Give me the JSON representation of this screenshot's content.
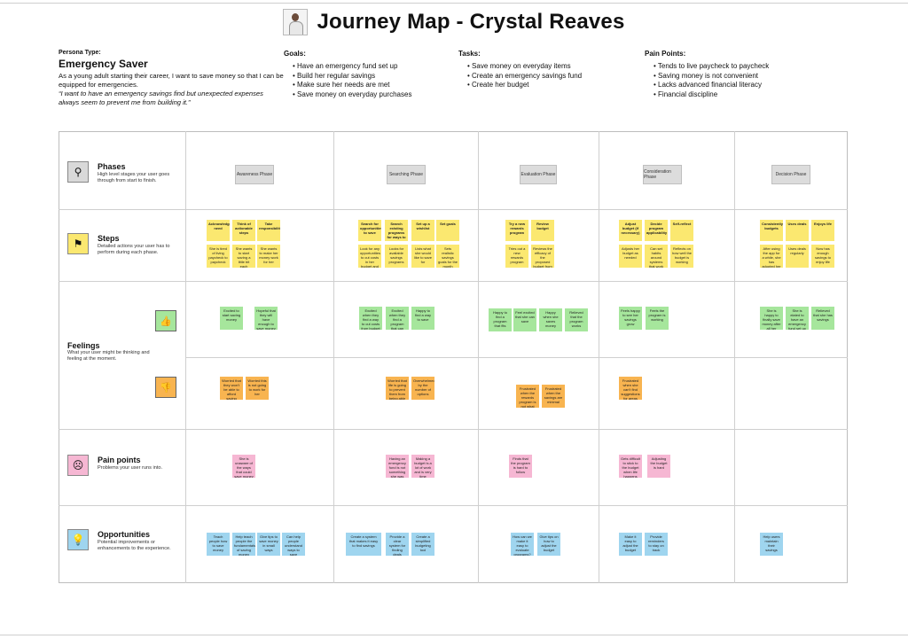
{
  "header": {
    "title": "Journey Map - Crystal Reaves"
  },
  "persona": {
    "type_label": "Persona Type:",
    "name": "Emergency Saver",
    "description": "As a young adult starting their career, I want to save money so that I can be equipped for emergencies.",
    "quote": "“I want to have an emergency savings find but unexpected expenses always seem to prevent me from building it.”"
  },
  "goals": {
    "label": "Goals:",
    "items": [
      "Have an emergency fund set up",
      "Build her regular savings",
      "Make sure her needs are met",
      "Save money on everyday purchases"
    ]
  },
  "tasks": {
    "label": "Tasks:",
    "items": [
      "Save money on everyday items",
      "Create an emergency savings fund",
      "Create her budget"
    ]
  },
  "pain_points_summary": {
    "label": "Pain Points:",
    "items": [
      "Tends to live paycheck to paycheck",
      "Saving money is not convenient",
      "Lacks advanced financial literacy",
      "Financial discipline"
    ]
  },
  "rows": {
    "phases": {
      "title": "Phases",
      "desc": "High level stages your user goes through from start to finish.",
      "icon": "map-icon"
    },
    "steps": {
      "title": "Steps",
      "desc": "Detailed actions your user has to perform during each phase.",
      "icon": "steps-icon"
    },
    "feelings": {
      "title": "Feelings",
      "desc": "What your user might be thinking and feeling at the moment.",
      "icon_pos": "thumbs-up-icon",
      "icon_neg": "thumbs-down-icon"
    },
    "pain": {
      "title": "Pain points",
      "desc": "Problems your user runs into.",
      "icon": "frown-face-icon"
    },
    "opps": {
      "title": "Opportunities",
      "desc": "Potential improvements or enhancements to the experience.",
      "icon": "lightbulb-icon"
    }
  },
  "phases": [
    "Awareness Phase",
    "Searching Phase",
    "Evaluation Phase",
    "Consideration Phase",
    "Decision Phase"
  ],
  "steps": {
    "awareness": [
      {
        "title": "Acknowledge need",
        "note": "She is tired of living paycheck to paycheck"
      },
      {
        "title": "Think of actionable steps",
        "note": "She wants to start saving a little bit each paycheck"
      },
      {
        "title": "Take responsibility",
        "note": "She wants to make her money work for her"
      }
    ],
    "searching": [
      {
        "title": "Search for opportunities to save",
        "note": "Look for any opportunities to cut costs in her budget and daily life"
      },
      {
        "title": "Search existing programs for ways to save",
        "note": "Looks for available savings programs"
      },
      {
        "title": "Set up a wishlist",
        "note": "Lists what she would like to save for"
      },
      {
        "title": "Set goals",
        "note": "Sets realistic savings goals for the month"
      }
    ],
    "evaluation": [
      {
        "title": "Try a new rewards program",
        "note": "Tries out a new rewards program"
      },
      {
        "title": "Review budget",
        "note": "Reviews the efficacy of the proposed budget from the system"
      }
    ],
    "consideration": [
      {
        "title": "Adjust budget (if necessary)",
        "note": "Adjusts her budget as needed"
      },
      {
        "title": "Decide program applicability",
        "note": "Can set habits around systems that work"
      },
      {
        "title": "Self-reflect",
        "note": "Reflects on how well the budget is working"
      }
    ],
    "decision": [
      {
        "title": "Consistently budgets",
        "note": "After using the app for a while, she has adopted her emergency fund"
      },
      {
        "title": "Uses deals",
        "note": "Uses deals regularly"
      },
      {
        "title": "Enjoys life",
        "note": "Now has enough savings to enjoy life"
      }
    ]
  },
  "feelings_pos": {
    "awareness": [
      "Excited to start saving money",
      "Hopeful that they will have enough to save money"
    ],
    "searching": [
      "Excited when they find a way to cut costs from budget",
      "Excited when they find a program that can save money",
      "Happy to find a way to save"
    ],
    "evaluation": [
      "Happy to find a program that fits",
      "Feel excited that she can save",
      "Happy when she saves money",
      "Relieved that the program works"
    ],
    "consideration": [
      "Feels happy to see her savings grow",
      "Feels the program is working"
    ],
    "decision": [
      "She is happy to finally save money after all her searching",
      "She is elated to have an emergency fund set up",
      "Relieved that she has savings"
    ]
  },
  "feelings_neg": {
    "awareness": [
      "Worried that they won't be able to afford saving money",
      "Worried this is not going to work for her"
    ],
    "searching": [
      "Worried that life is going to prevent them from being able to save",
      "Overwhelmed by the number of options"
    ],
    "evaluation": [
      "Frustrated when the rewards program is not what she expected",
      "Frustrated when the savings are minimal"
    ],
    "consideration": [
      "Frustrated when she can't find suggestions for areas she needs to improve"
    ],
    "decision": []
  },
  "pain_points": {
    "awareness": [
      "She is unaware of the ways that could save money"
    ],
    "searching": [
      "Having an emergency fund is not something she was taught",
      "Making a budget is a lot of work and is very time consuming"
    ],
    "evaluation": [
      "Finds that the program is hard to follow"
    ],
    "consideration": [
      "Gets difficult to stick to the budget when life happens",
      "Adjusting the budget is hard"
    ],
    "decision": []
  },
  "opportunities": {
    "awareness": [
      "Teach people how to save money",
      "Help teach people the fundamentals of saving money",
      "Give tips to save money in small ways",
      "Can help people understand ways to save"
    ],
    "searching": [
      "Create a system that makes it easy to find savings",
      "Provide a clear system for finding deals",
      "Create a simplified budgeting tool"
    ],
    "evaluation": [
      "How can we make it easy to evaluate programs?",
      "Give tips on how to adjust the budget"
    ],
    "consideration": [
      "Make it easy to adjust the budget",
      "Provide reminders to stay on track"
    ],
    "decision": [
      "Help users maintain their savings"
    ]
  }
}
